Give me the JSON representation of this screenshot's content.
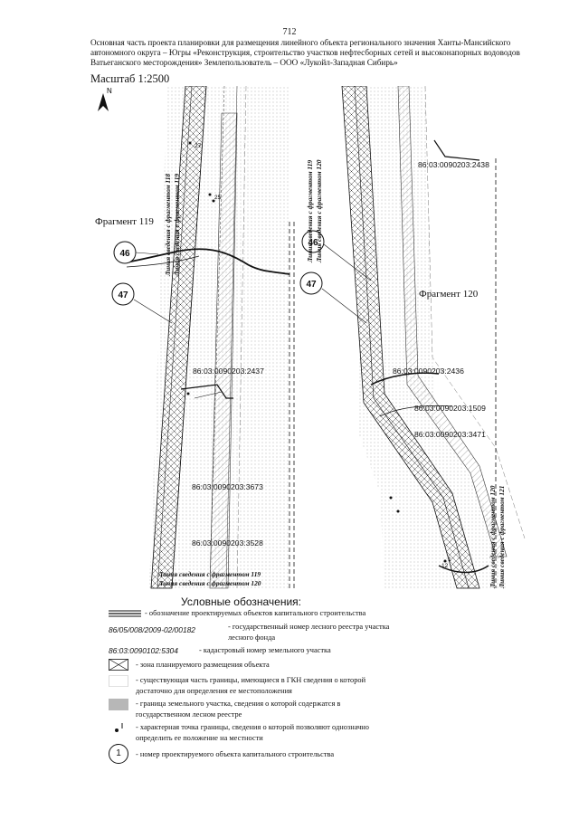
{
  "page_number": "712",
  "header": {
    "text": "Основная часть проекта планировки для размещения линейного объекта регионального значения Ханты-Мансийского автономного округа – Югры «Реконструкция, строительство участков нефтесборных сетей и высоконапорных водоводов Ватьеганского месторождения» Землепользователь – ООО «Лукойл-Западная Сибирь»"
  },
  "scale_label": "Масштаб 1:2500",
  "north_label": "N",
  "map": {
    "fragments": {
      "left": "Фрагмент 119",
      "right": "Фрагмент 120"
    },
    "edge_labels": {
      "l1": "Линия сведения с фрагментом 118",
      "l2": "Линия сведения с фрагментом 119",
      "l3": "Линия сведения с фрагментом 119",
      "l4": "Линия сведения с фрагментом 120",
      "l5": "Линия сведения с фрагментом 119",
      "l6": "Линия сведения с фрагментом 120",
      "l7": "Линия сведения с фрагментом 120",
      "l8": "Линия сведения с фрагментом 121"
    },
    "object_numbers": [
      "46",
      "47",
      "46",
      "47"
    ],
    "parcels_left": [
      "86:03:0090203:2437",
      "86:03:0090203:3673",
      "86:03:0090203:3528"
    ],
    "parcels_right": [
      "86:03:0090203:2438",
      "86:03:0090203:2436",
      "86:03:0090203:1509",
      "86:03:0090203:3471"
    ],
    "point_numbers": [
      "1",
      "12",
      "25",
      "27"
    ]
  },
  "legend": {
    "title": "Условные обозначения:",
    "items": [
      {
        "code": "",
        "text": "- обозначение проектируемых объектов капитального строительства"
      },
      {
        "code": "86/05/008/2009-02/00182",
        "text": "- государственный номер лесного реестра участка лесного фонда"
      },
      {
        "code": "86:03:0090102:5304",
        "text": "- кадастровый номер земельного участка"
      },
      {
        "code": "",
        "text": "- зона планируемого размещения объекта"
      },
      {
        "code": "",
        "text": "- существующая часть границы, имеющиеся в ГКН сведения о которой достаточно для определения ее местоположения"
      },
      {
        "code": "",
        "text": "- граница земельного участка, сведения о которой содержатся в государственном лесном реестре"
      },
      {
        "code": "",
        "text": "- характерная точка границы, сведения о которой позволяют однозначно определить ее положение на местности"
      },
      {
        "code": "1",
        "text": "- номер проектируемого объекта капитального строительства"
      }
    ]
  }
}
